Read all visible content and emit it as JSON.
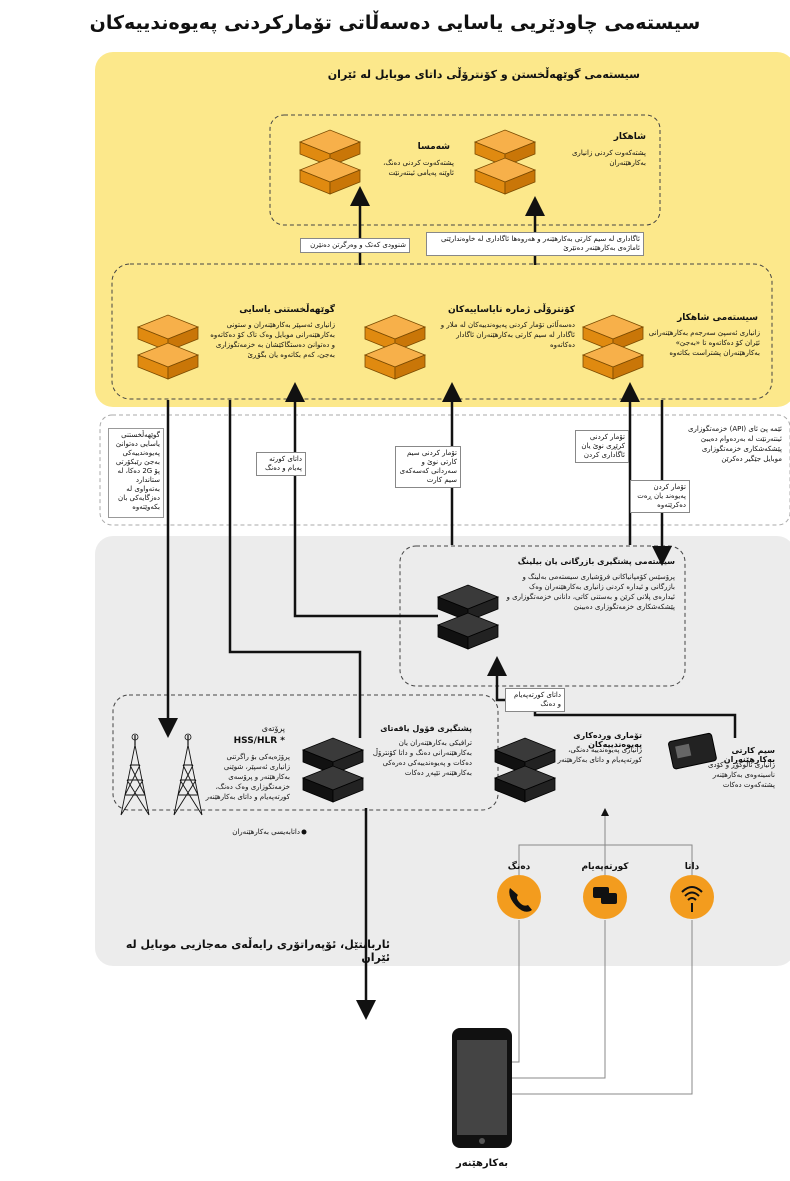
{
  "title": "سیستەمی چاودێریی یاسایی دەسەڵاتی تۆمارکردنی پەیوەندییەکان",
  "top_section": {
    "title": "سیستەمی گوێهەڵخستن و کۆنترۆڵی داتای موبایل لە ئێران",
    "inner_top": [
      {
        "name": "شاهکار",
        "desc": "پشتەکەوت کردنی زانیاری بەکارهێنەران"
      },
      {
        "name": "شەمسا",
        "desc": "پشتەکەوت کردنی دەنگ، ئاوێنە پەیامی ئینتەرنێت"
      }
    ],
    "arrow_label_left": "شنوودی کەتک و وەرگرتن دەنێرن",
    "arrow_label_right": "ئاگاداری لە سیم کارتی بەکارهێنەر و هەروەها ئاگاداری لە خاوەندارێتی ئاماژەی بەکارهێنەر دەنێرێ",
    "systems": [
      {
        "name": "سیستەمی شاهکار",
        "desc": "زانیاری ئەسپێ سەرجەم بەکارهێنەرانی ئێران کۆ دەکاتەوە تا «بەجێ» بەکارهێنەران پشتراست بکاتەوە"
      },
      {
        "name": "کۆنترۆڵی ژمارە نایاساییەکان",
        "desc": "دەسەڵاتی تۆمار کردنی پەیوەندییەکان لە ملار و ئاگادار لە سیم کارتی بەکارهێنەران ئاگادار دەکاتەوە"
      },
      {
        "name": "گوێهەڵخستنی یاسایی",
        "desc": "زانیاری ئەسپێر بەکارهێنەران و ستونی بەکارهێنەرانی موبایل وەک تاک کۆ دەکاتەوە و دەتوانێ دەستگاکێشان بە خزمەتگوزاری بەجێ، کەم بکاتەوە یان بگۆڕێ"
      }
    ]
  },
  "middle": {
    "left_text": "گوێهەڵخستنی یاسایی دەتوانێ پەیوەندییەکی بەجێ رێبکۆرتی پۆ 2G دەکا، لە ستاندارد بەتەواوی لە دەزگایەکی بان بکەوێتەوە",
    "right_text": "ئێمە پێ ئای (API) خزمەتگوزاری ئینتەرنێت لە بەردەوام دەیبێ پێشکەشکاری خزمەتگوزاری موبایل جێگیر دەکرێن",
    "label_data_voice": "داتای کورتە پەیام و دەنگ",
    "label_sim_sms": "تۆمار کردنی سیم کارتی نوێ و سەردانی کەسەکەی سیم کارت",
    "label_register_new": "تۆمار کردنی کرێڕی نوێ یان ئاگاداری کردن",
    "label_register_link": "تۆمار کردن پەیوەند یان ڕەت دەکرێتەوە"
  },
  "bottom_section": {
    "title": "ئاربانتێل، ئۆپەراتۆری رایەڵەی مەجازیی موبایل لە ئێران",
    "business": {
      "name": "سیستەمی پشتگیری بازرگانی یان بیلینگ",
      "desc": "پرۆسێس کۆمپانیاکانی فرۆشیاری سیستەمی بەلینگ و بازرگانی و ئیدارە کردنی زانیاری بەکارهێنەران وەک ئیدارەی پلانی کرێن و بەستنی کاتی، دانانی خزمەتگوزاری و پێشکەشکاری خزمەتگوزاری دەبینێ"
    },
    "voice": {
      "name": "پشتگیری فۆول یاقەتای",
      "desc": "ترافیکی بەکارهێنەران یان بەکارهێنەرانی دەنگ و داتا کۆنترۆڵ دەکات و پەیوەندییەکی دەرەکی بەکارهێنەر تێپەڕ دەکات"
    },
    "records": {
      "name": "تۆماری وردەکاری پەیوەندییەکان",
      "desc": "زانیاری پەیوەندییە دەنگی، کورتەپەیام و داتای بەکارهێنەر"
    },
    "sim": {
      "name": "سیم کارتی بەکارهێنەران",
      "desc": "زانیاری ئاڵوگۆڕ و کۆدی ناسینەوەی بەکارهێنەر پشتەکەوت دەکات"
    },
    "hlr": {
      "title": "پرۆتەی",
      "code": "* HSS/HLR",
      "desc": "پرۆژەیەکی بۆ راگرتنی زانیاری ئەسپێر، شوێنی بەکارهێنەر و پرۆسەی خزمەتگوزاری وەک دەنگ، کورتەپەیام و داتای بەکارهێنەر"
    },
    "records_label": "داتای کورتەپەیام و دەنگ",
    "legend": "داتابەیسی بەکارهێنەران",
    "channels": [
      "دەنگ",
      "کورتەپەیام",
      "داتا"
    ]
  },
  "user_label": "بەکارهێنەر",
  "colors": {
    "yellow": "#fce88b",
    "orange": "#f39c1e",
    "gray": "#ececec",
    "black": "#111111"
  }
}
